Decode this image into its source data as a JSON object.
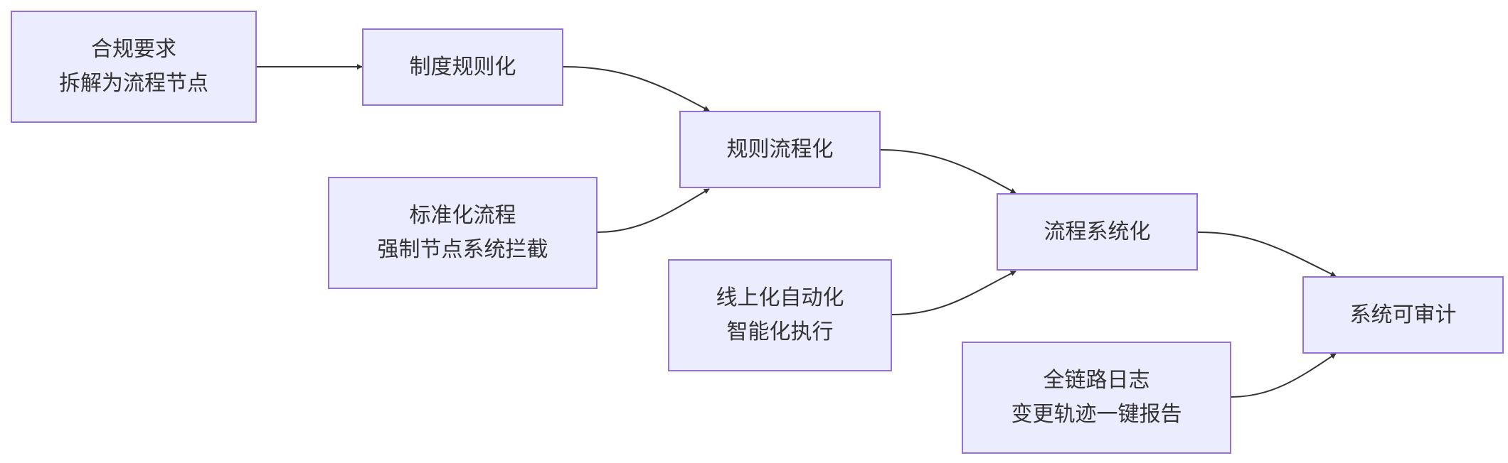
{
  "diagram": {
    "nodes": {
      "compliance": {
        "line1": "合规要求",
        "line2": "拆解为流程节点"
      },
      "institution": {
        "line1": "制度规则化"
      },
      "rule_process": {
        "line1": "规则流程化"
      },
      "standard": {
        "line1": "标准化流程",
        "line2": "强制节点系统拦截"
      },
      "process_system": {
        "line1": "流程系统化"
      },
      "online": {
        "line1": "线上化自动化",
        "line2": "智能化执行"
      },
      "auditable": {
        "line1": "系统可审计"
      },
      "log": {
        "line1": "全链路日志",
        "line2": "变更轨迹一键报告"
      }
    },
    "edges": [
      {
        "from": "compliance",
        "to": "institution"
      },
      {
        "from": "institution",
        "to": "rule_process"
      },
      {
        "from": "standard",
        "to": "rule_process"
      },
      {
        "from": "rule_process",
        "to": "process_system"
      },
      {
        "from": "online",
        "to": "process_system"
      },
      {
        "from": "process_system",
        "to": "auditable"
      },
      {
        "from": "log",
        "to": "auditable"
      }
    ],
    "colors": {
      "node_fill": "#ececff",
      "node_border": "#9370db",
      "edge": "#333333",
      "text": "#333333"
    }
  }
}
